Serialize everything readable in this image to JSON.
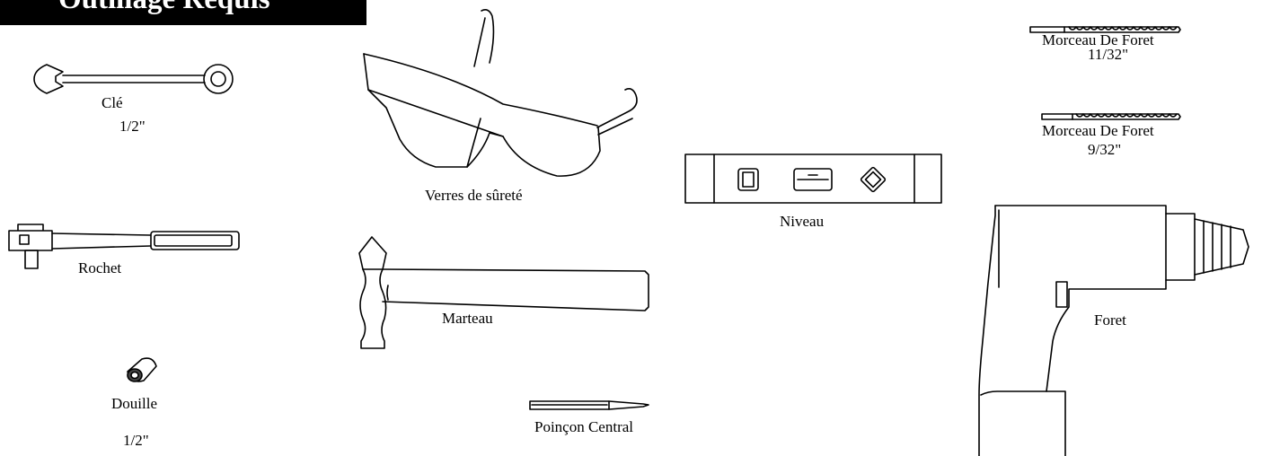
{
  "header": {
    "title": "Outillage Requis"
  },
  "tools": {
    "wrench": {
      "name": "Clé",
      "size": "1/2\""
    },
    "ratchet": {
      "name": "Rochet"
    },
    "socket": {
      "name": "Douille",
      "size": "1/2\""
    },
    "glasses": {
      "name": "Verres de sûreté"
    },
    "hammer": {
      "name": "Marteau"
    },
    "punch": {
      "name": "Poinçon Central"
    },
    "level": {
      "name": "Niveau"
    },
    "bit1": {
      "name": "Morceau De Foret",
      "size": "11/32\""
    },
    "bit2": {
      "name": "Morceau De Foret",
      "size": "9/32\""
    },
    "drill": {
      "name": "Foret"
    }
  }
}
